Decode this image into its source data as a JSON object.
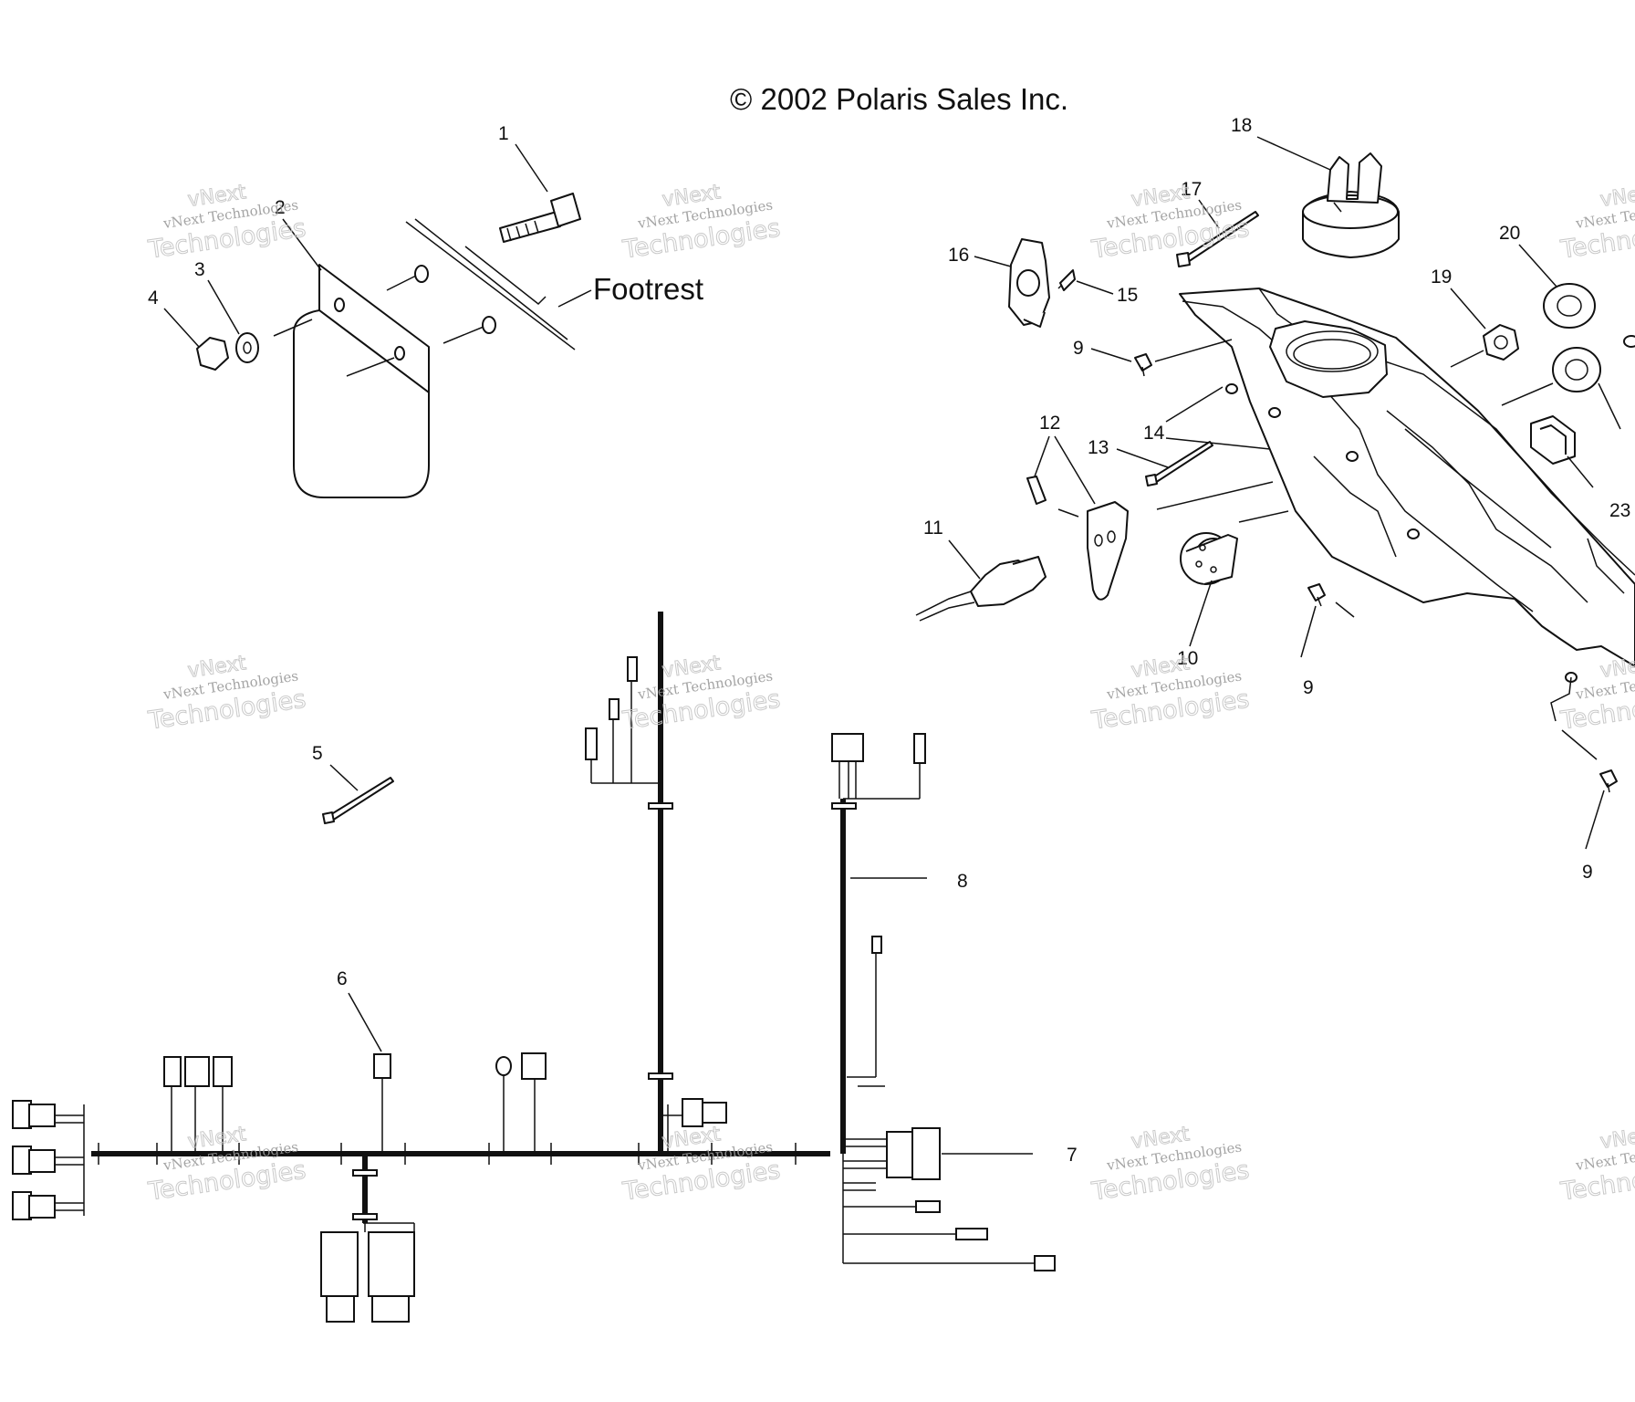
{
  "copyright": "© 2002 Polaris Sales Inc.",
  "footrest_label": "Footrest",
  "watermark": {
    "small": "vNext Technologies",
    "large": "Technologies",
    "outline_top": "vNext"
  },
  "callouts": {
    "c1": "1",
    "c2": "2",
    "c3": "3",
    "c4": "4",
    "c5": "5",
    "c6": "6",
    "c7": "7",
    "c8": "8",
    "c9a": "9",
    "c9b": "9",
    "c9c": "9",
    "c10": "10",
    "c11": "11",
    "c12": "12",
    "c13": "13",
    "c14": "14",
    "c15": "15",
    "c16": "16",
    "c17": "17",
    "c18": "18",
    "c19": "19",
    "c20": "20",
    "c23": "23"
  }
}
